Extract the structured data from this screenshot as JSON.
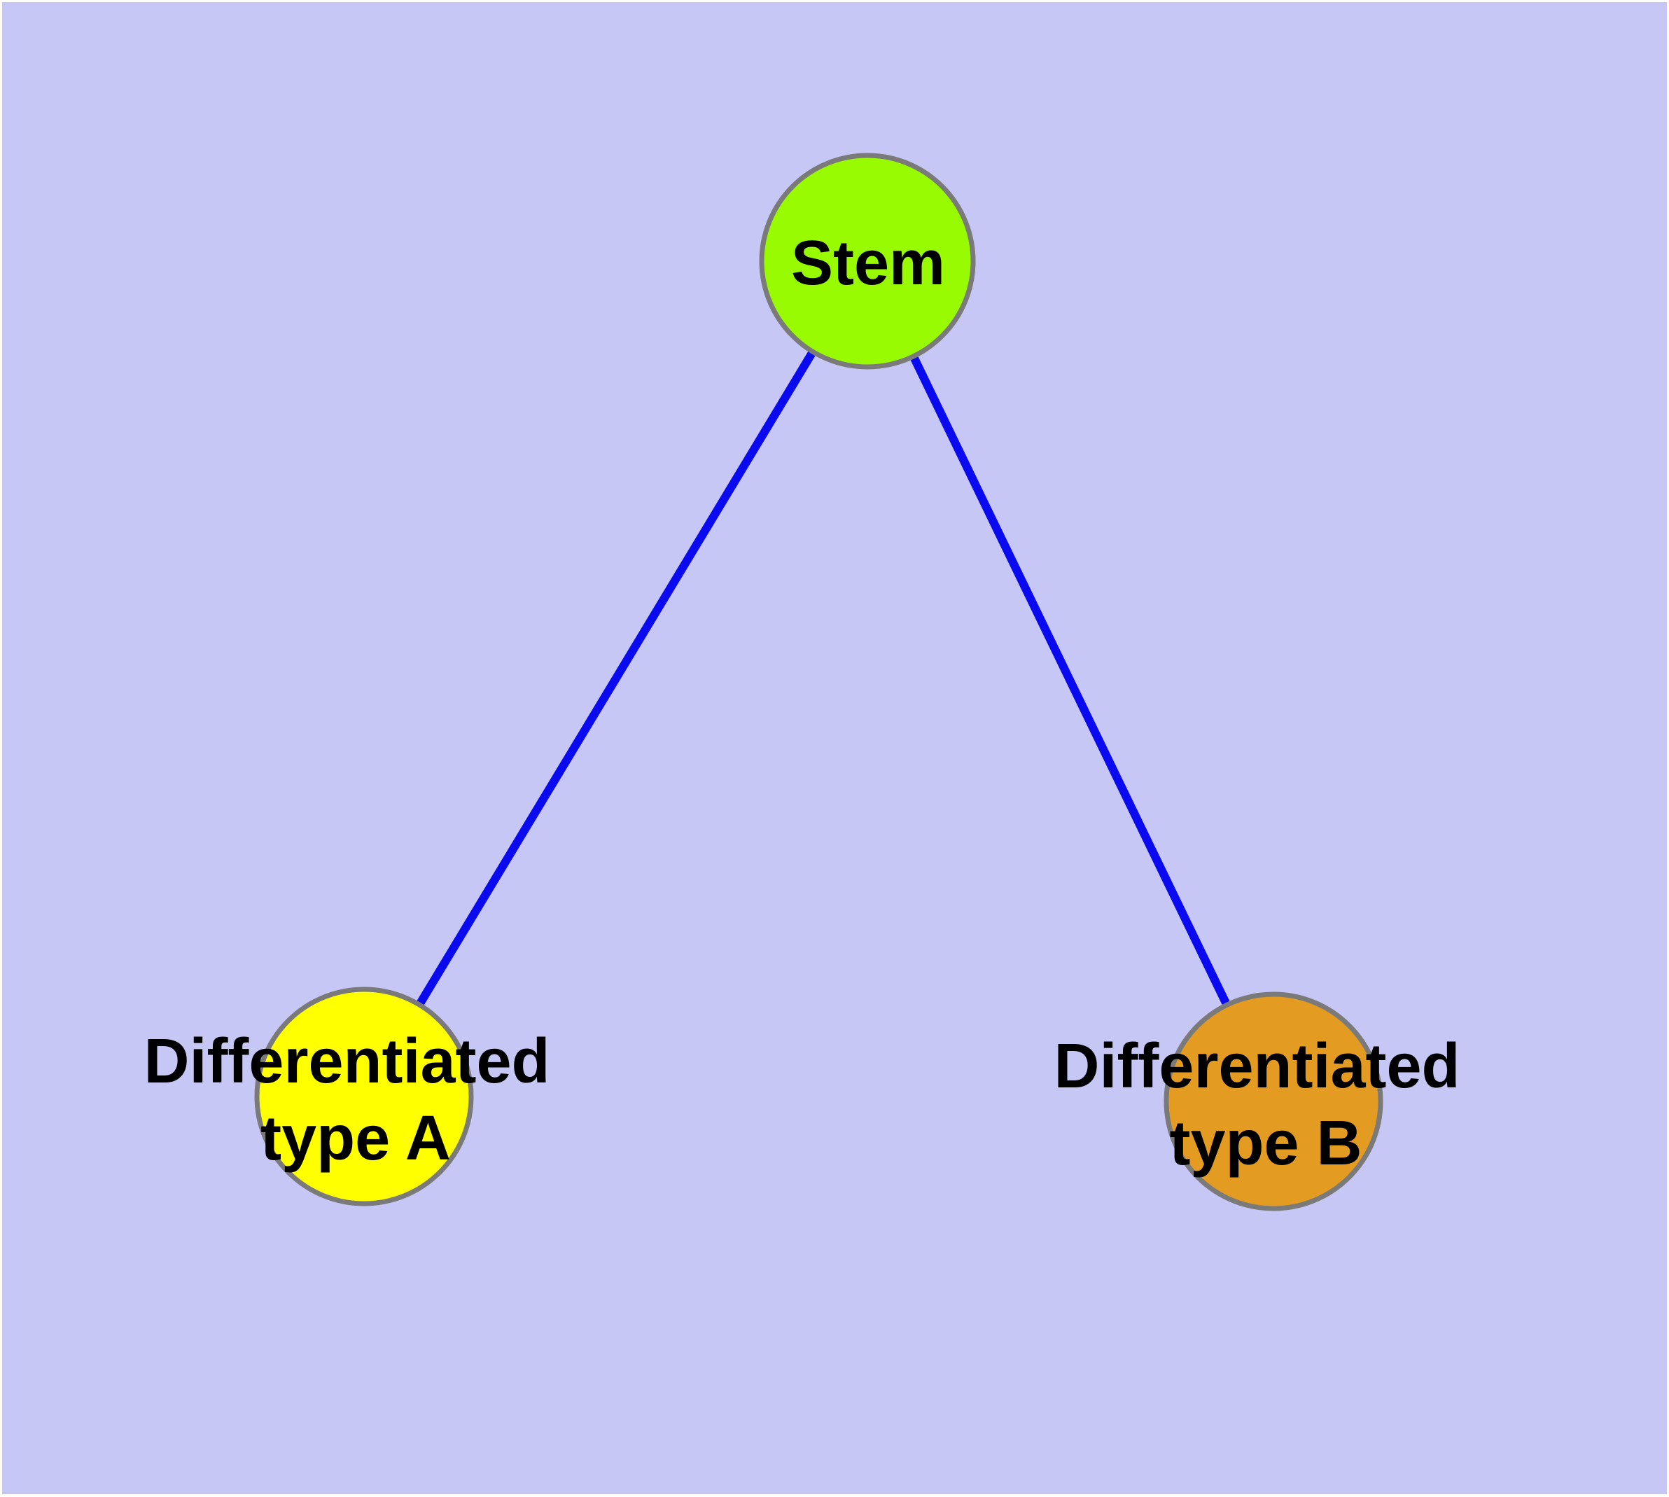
{
  "diagram": {
    "background_color": "#c7c7f5",
    "frame_color": "#ffffff",
    "edge_color": "#0a0af0",
    "node_border_color": "#7a7a7a",
    "nodes": {
      "stem": {
        "label": "Stem",
        "fill_color": "#99fb01"
      },
      "type_a": {
        "label": "Differentiated type A",
        "label_line1": "Differentiated",
        "label_line2": "type A",
        "fill_color": "#ffff00"
      },
      "type_b": {
        "label": "Differentiated type B",
        "label_line1": "Differentiated",
        "label_line2": "type B",
        "fill_color": "#e39b22"
      }
    },
    "edges": [
      {
        "from": "Stem",
        "to": "Differentiated type A"
      },
      {
        "from": "Stem",
        "to": "Differentiated type B"
      }
    ]
  }
}
